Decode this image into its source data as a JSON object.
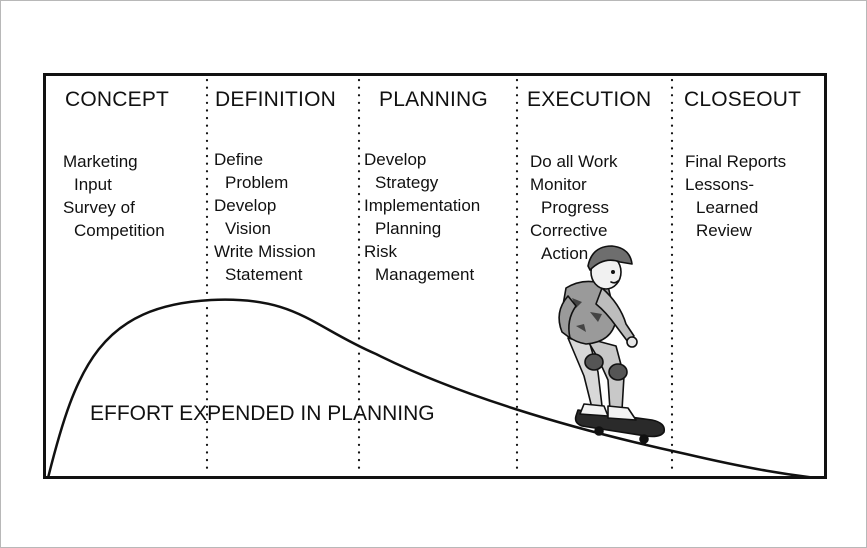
{
  "phases": [
    {
      "title": "CONCEPT",
      "items": [
        [
          "Marketing",
          "Input"
        ],
        [
          "Survey of",
          "Competition"
        ]
      ]
    },
    {
      "title": "DEFINITION",
      "items": [
        [
          "Define",
          "Problem"
        ],
        [
          "Develop",
          "Vision"
        ],
        [
          "Write Mission",
          "Statement"
        ]
      ]
    },
    {
      "title": "PLANNING",
      "items": [
        [
          "Develop",
          "Strategy"
        ],
        [
          "Implementation",
          "Planning"
        ],
        [
          "Risk",
          "Management"
        ]
      ]
    },
    {
      "title": "EXECUTION",
      "items": [
        [
          "Do all Work"
        ],
        [
          "Monitor",
          "Progress"
        ],
        [
          "Corrective",
          "Action"
        ]
      ]
    },
    {
      "title": "CLOSEOUT",
      "items": [
        [
          "Final Reports"
        ],
        [
          "Lessons-",
          "Learned"
        ],
        [
          "Review"
        ]
      ]
    }
  ],
  "curve_label": "EFFORT EXPENDED IN PLANNING",
  "illustration": {
    "name": "skateboarder",
    "description_icon": "skateboarder-riding-down-slope"
  },
  "colors": {
    "line": "#111111",
    "background": "#ffffff"
  }
}
